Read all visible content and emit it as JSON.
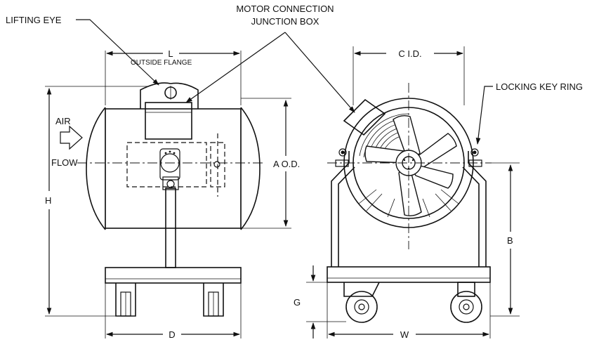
{
  "labels": {
    "lifting_eye": "LIFTING EYE",
    "motor_connection_line1": "MOTOR CONNECTION",
    "motor_connection_line2": "JUNCTION BOX",
    "locking_key_ring": "LOCKING KEY RING",
    "outside_flange": "OUTSIDE FLANGE",
    "air": "AIR",
    "flow": "FLOW"
  },
  "dimensions": {
    "L": "L",
    "C": "C  I.D.",
    "A": "A  O.D.",
    "H": "H",
    "B": "B",
    "G": "G",
    "D": "D",
    "W": "W"
  }
}
